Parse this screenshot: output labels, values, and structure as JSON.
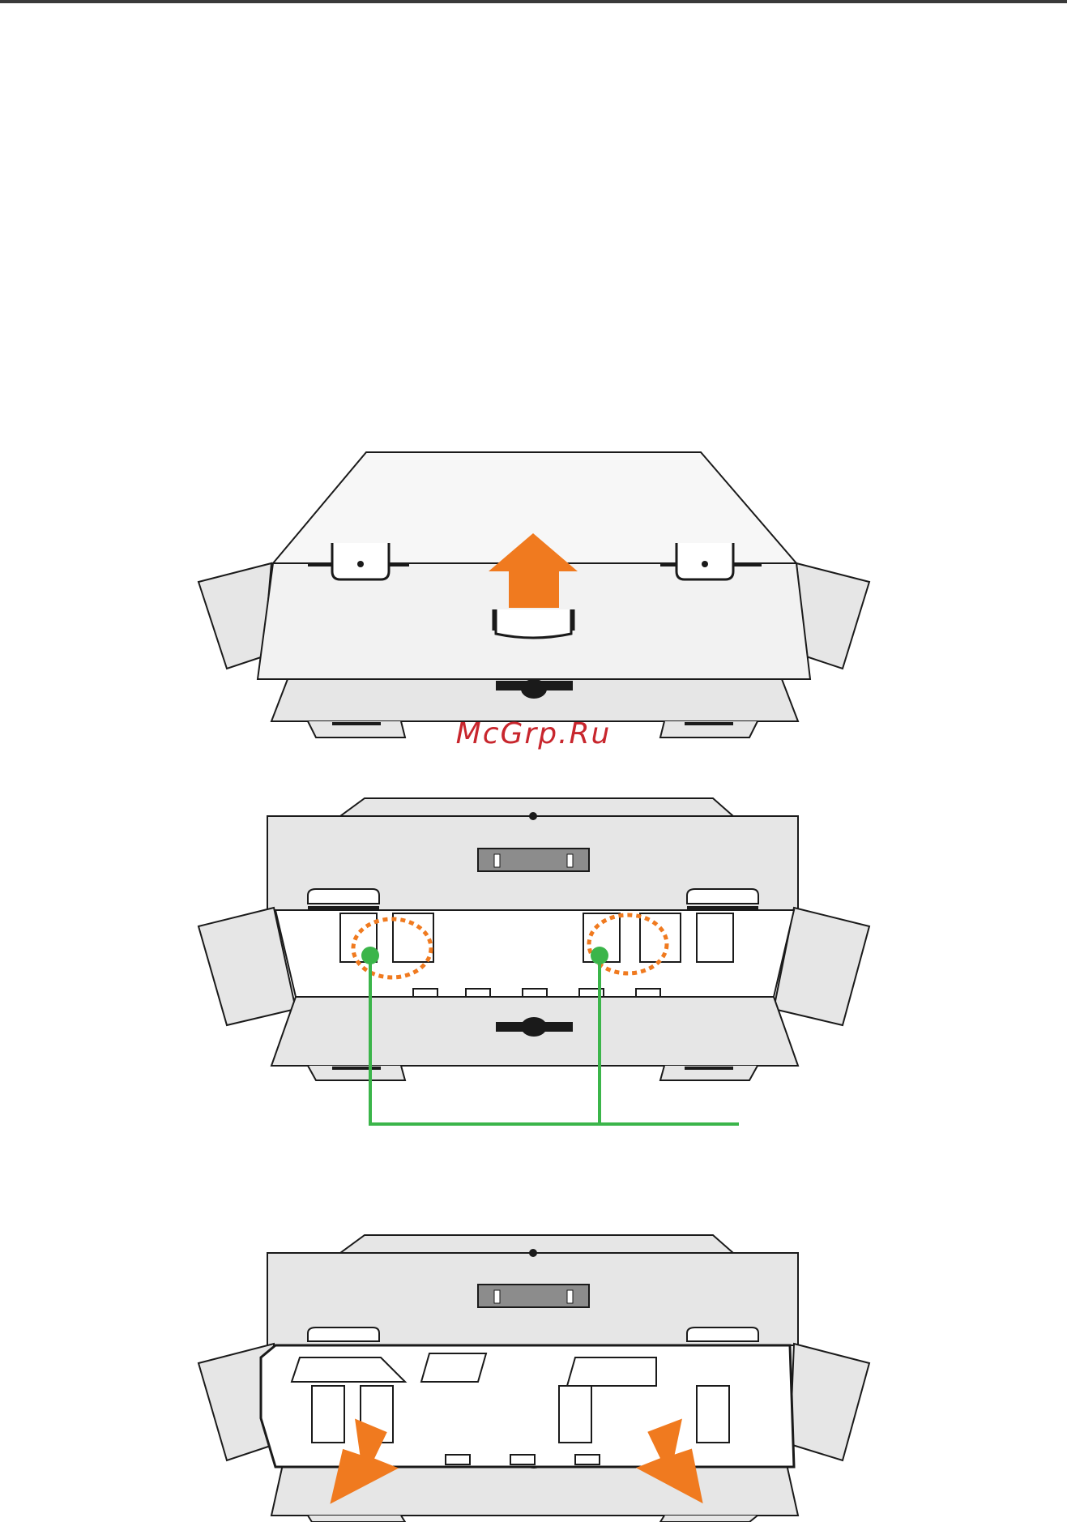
{
  "watermark": {
    "text": "McGrp.Ru"
  },
  "figures": [
    {
      "step": "lift-cover",
      "arrow_icon": "arrow-up-icon",
      "arrow_color": "#f07a1f"
    },
    {
      "step": "locate-clips",
      "callout_color": "#3bb54a",
      "highlight_color": "#f07a1f"
    },
    {
      "step": "remove-tray",
      "arrow_icon": "arrow-down-diagonal-icon",
      "arrow_color": "#f07a1f"
    }
  ],
  "colors": {
    "outline": "#1a1a1a",
    "panel_light": "#f2f2f2",
    "panel_mid": "#e6e6e6",
    "panel_dark": "#8c8c8c",
    "accent_orange": "#f07a1f",
    "accent_green": "#3bb54a",
    "watermark_red": "#c8262d"
  }
}
